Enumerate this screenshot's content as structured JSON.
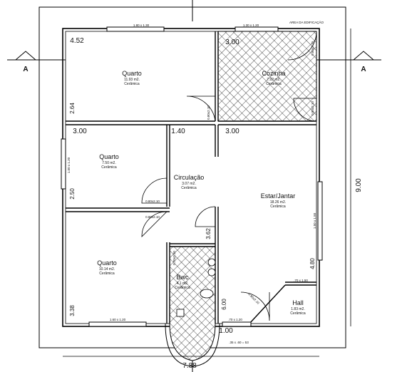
{
  "plan": {
    "small_header": "AREA DA EDIFICAÇÃO",
    "section_marker": "A",
    "dims": {
      "top_window_1": "1.80 x 1.30",
      "top_window_2": "1.30 x 1.20",
      "room_width_top_left": "4.52",
      "room_width_top_right": "3.00",
      "height_2_64": "2.64",
      "width_3_00_left": "3.00",
      "width_1_40": "1.40",
      "width_3_00_right": "3.00",
      "height_2_50": "2.50",
      "height_3_62": "3.62",
      "height_4_80": "4.80",
      "height_6_00": "6.00",
      "height_3_38": "3.38",
      "width_1_00": "1.00",
      "total_width": "7.88",
      "total_height": "9.00",
      "bottom_window": "1.60 x 1.20",
      "bottom_small": ".35 x .60 = 53",
      "left_window_vert": "1.50 x 1.20",
      "right_window_vert": "1.50 x 1.50",
      "window_hall_top": ".70 x 1.50",
      "window_hall_bottom": ".70 x 1.20"
    },
    "doors": {
      "d1": "0.80x2.10",
      "d2": "0.80x2.10",
      "d3": "0.80x2.10",
      "d4": "0.80x2.10",
      "d5": "0.80x2.10",
      "d6": "0.70x2.10",
      "d7": "0.90x2.10"
    },
    "rooms": [
      {
        "name": "Quarto",
        "area": "11.93 m2.",
        "floor": "Cerâmica"
      },
      {
        "name": "Cozinha",
        "area": "7.92 m2.",
        "floor": "Cerâmica"
      },
      {
        "name": "Quarto",
        "area": "7.50 m2.",
        "floor": "Cerâmica"
      },
      {
        "name": "Circulação",
        "area": "3.07 m2.",
        "floor": "Cerâmica"
      },
      {
        "name": "Estar/Jantar",
        "area": "18.26 m2.",
        "floor": "Cerâmica"
      },
      {
        "name": "Quarto",
        "area": "10.14 m2.",
        "floor": "Cerâmica"
      },
      {
        "name": "Bwc",
        "area": "4.1 m2.",
        "floor": "Cerâmica"
      },
      {
        "name": "Hall",
        "area": "1.83 m2.",
        "floor": "Cerâmica"
      }
    ]
  }
}
